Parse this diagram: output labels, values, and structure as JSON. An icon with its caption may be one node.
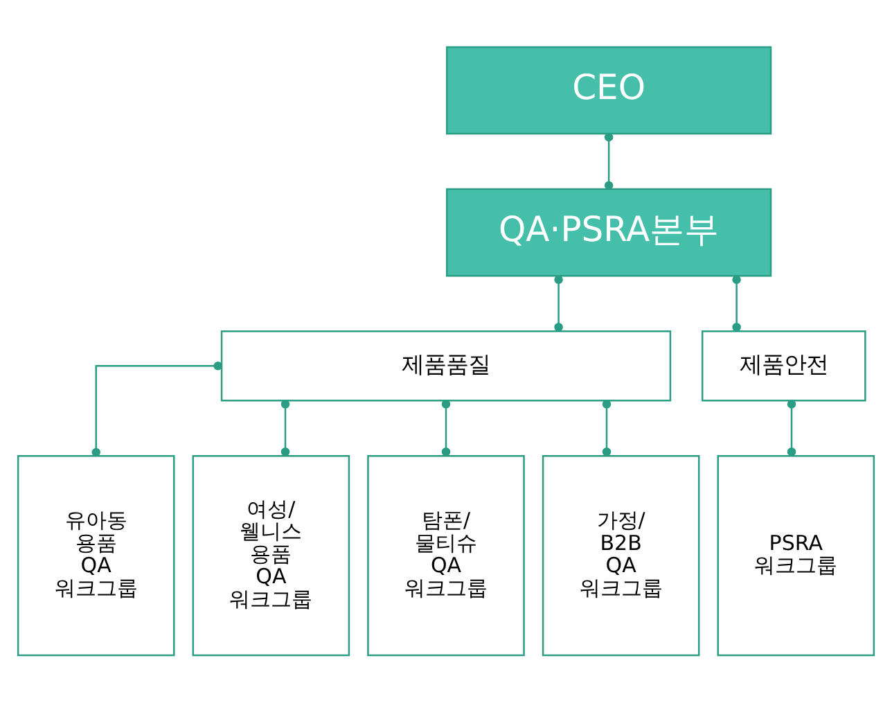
{
  "diagram": {
    "nodes": [
      {
        "text": [
          "CEO"
        ]
      },
      {
        "text": [
          "QA·PSRA본부"
        ]
      },
      {
        "text": [
          "제품품질"
        ]
      },
      {
        "text": [
          "제품안전"
        ]
      },
      {
        "text": [
          "유아동 용품 QA 워크그룹"
        ]
      },
      {
        "text": [
          "여성/ 웰니스 용품 QA 워크그룹"
        ]
      },
      {
        "text": [
          "탐폰/ 물티슈 QA 워크그룹"
        ]
      },
      {
        "text": [
          "가정/ B2B QA 워크그룹"
        ]
      },
      {
        "text": [
          "PSRA 워크그룹"
        ]
      }
    ],
    "edges": [
      {
        "from": 0,
        "to": 1,
        "arrow": "other"
      },
      {
        "from": 1,
        "to": 2,
        "arrow": "other"
      },
      {
        "from": 1,
        "to": 3,
        "arrow": "other"
      },
      {
        "from": 2,
        "to": 4,
        "arrow": "other"
      },
      {
        "from": 2,
        "to": 5,
        "arrow": "other"
      },
      {
        "from": 2,
        "to": 6,
        "arrow": "other"
      },
      {
        "from": 2,
        "to": 7,
        "arrow": "other"
      },
      {
        "from": 3,
        "to": 8,
        "arrow": "other"
      }
    ]
  }
}
